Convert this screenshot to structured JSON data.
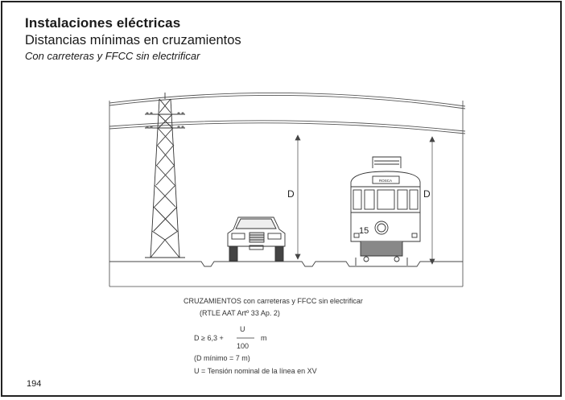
{
  "header": {
    "title": "Instalaciones eléctricas",
    "subtitle": "Distancias mínimas en cruzamientos",
    "section": "Con carreteras y FFCC sin electrificar"
  },
  "figure": {
    "dim_label_left": "D",
    "dim_label_right": "D",
    "tram_number": "15",
    "tram_sign": "ROSCA"
  },
  "caption": {
    "line1": "CRUZAMIENTOS con carreteras y FFCC sin electrificar",
    "line2": "(RTLE AAT   Artº 33 Ap. 2)",
    "formula_lhs": "D ≥  6,3 +",
    "formula_num": "U",
    "formula_den": "100",
    "formula_unit": "m",
    "line_min": "(D mínimo = 7 m)",
    "line_u": "U = Tensión nominal de la línea en XV"
  },
  "footer": {
    "page_number": "194"
  }
}
